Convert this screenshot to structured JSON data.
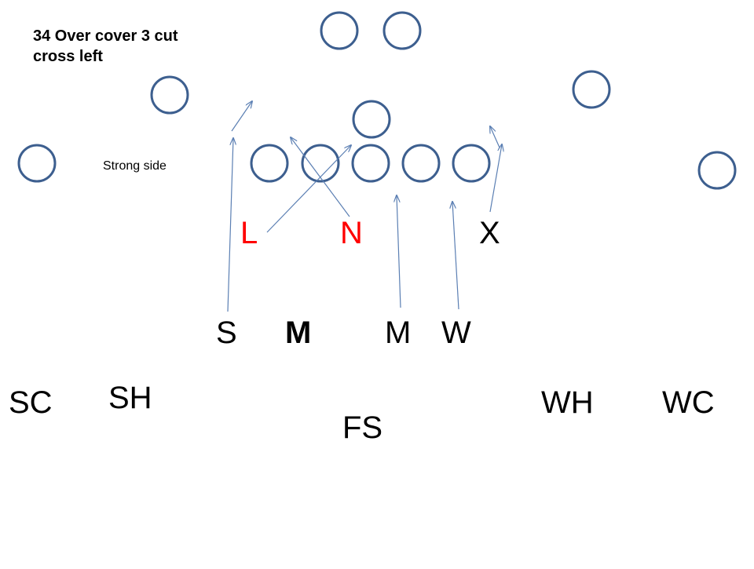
{
  "diagram": {
    "title": "34 Over cover 3 cut\ncross left",
    "note": "Strong side",
    "colors": {
      "circle_stroke": "#3d5f8f",
      "route_line": "#5b7fb3",
      "defender_text": "#000000",
      "lineman_text": "#ff0000"
    },
    "front_labels": [
      "L",
      "N",
      "X"
    ],
    "linebacker_labels": [
      "S",
      "M",
      "M",
      "W"
    ],
    "secondary_labels": [
      "SC",
      "SH",
      "FS",
      "WH",
      "WC"
    ]
  }
}
